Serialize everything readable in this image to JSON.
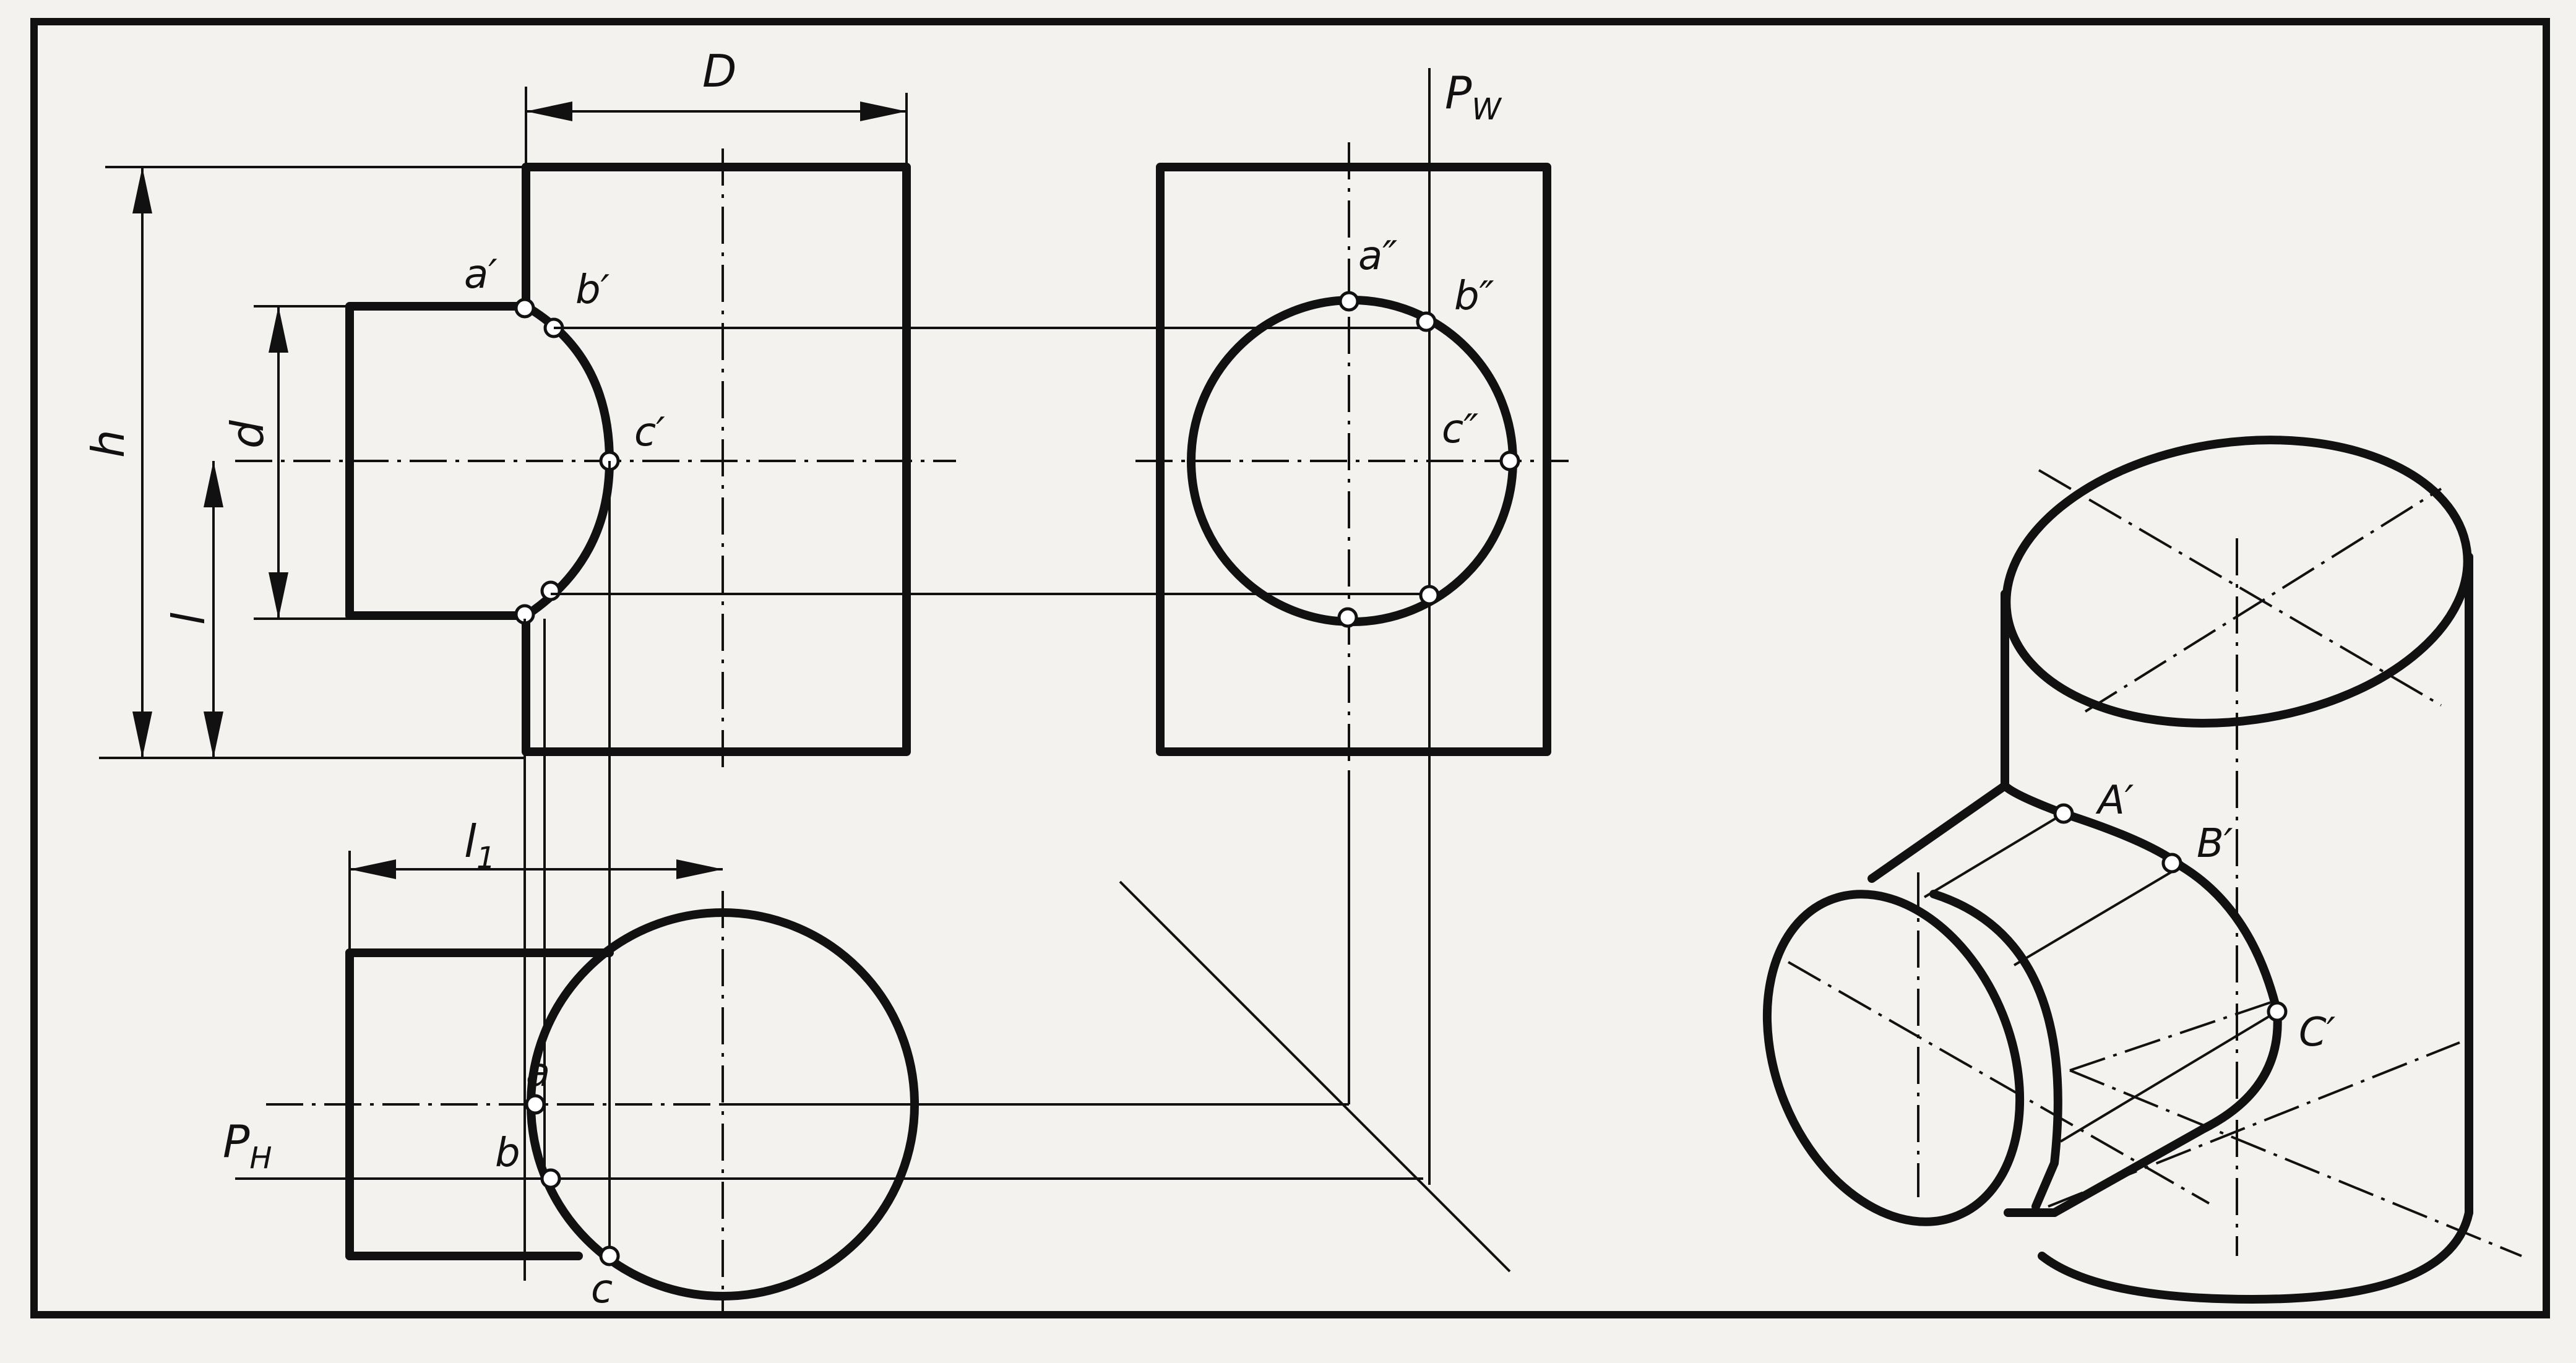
{
  "labels": {
    "D": "D",
    "h": "h",
    "d": "d",
    "l": "l",
    "l1": "l",
    "l1_sub": "1",
    "pw": "P",
    "pw_sub": "W",
    "ph": "P",
    "ph_sub": "H",
    "a1": "a′",
    "b1": "b′",
    "c1": "c′",
    "a2": "a″",
    "b2": "b″",
    "c2": "c″",
    "a": "a",
    "b": "b",
    "c": "c",
    "A": "A′",
    "B": "B′",
    "C": "C′"
  }
}
